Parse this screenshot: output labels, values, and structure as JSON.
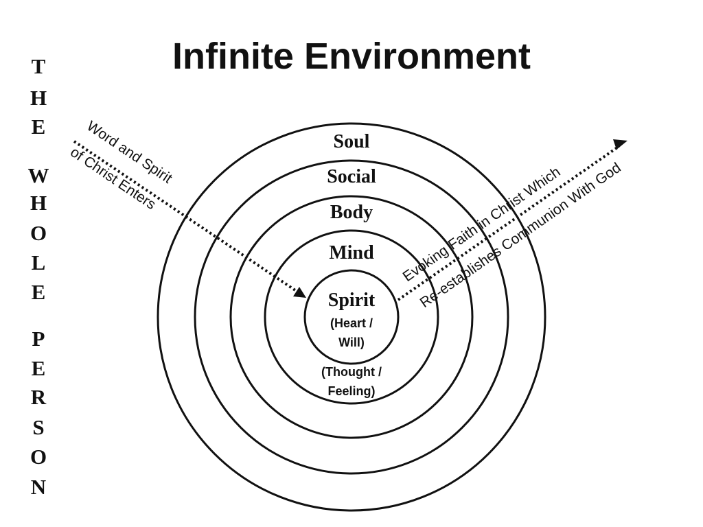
{
  "title": "Infinite Environment",
  "side_label": [
    "T",
    "H",
    "E",
    "W",
    "H",
    "O",
    "L",
    "E",
    "P",
    "E",
    "R",
    "S",
    "O",
    "N"
  ],
  "rings": {
    "soul": "Soul",
    "social": "Social",
    "body": "Body",
    "mind": "Mind",
    "spirit": "Spirit"
  },
  "spirit_sub": [
    "(Heart /",
    "Will)"
  ],
  "mind_sub": [
    "(Thought /",
    "Feeling)"
  ],
  "incoming_arrow": [
    "Word and Spirit",
    "of Christ Enters"
  ],
  "outgoing_arrow": [
    "Evoking Faith in Christ Which",
    "Re-establishes Communion With God"
  ]
}
